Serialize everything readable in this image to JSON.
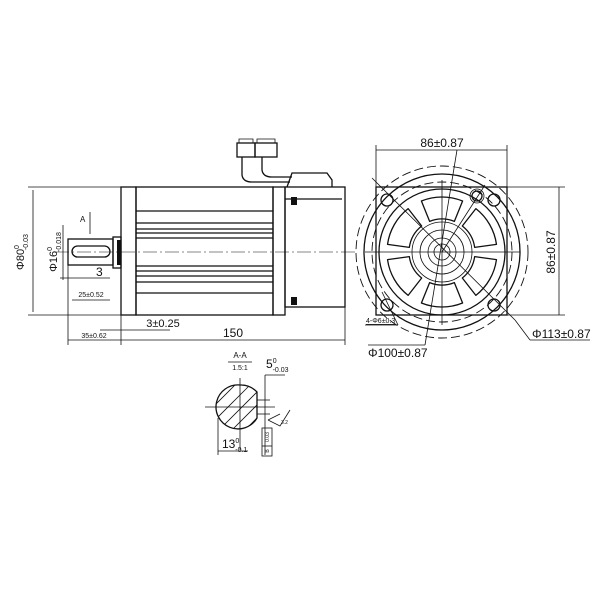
{
  "side_view": {
    "section_marker": "A",
    "body_diameter": {
      "nominal": "Φ80",
      "upper": "0",
      "lower": "-0.03"
    },
    "shaft_diameter": {
      "nominal": "Φ16",
      "upper": "0",
      "lower": "-0.018"
    },
    "key_offset": "3",
    "keyway_length": "25±0.52",
    "shaft_length": "35±0.62",
    "flange_thickness": "3±0.25",
    "body_length": "150"
  },
  "section_view": {
    "title": "A-A",
    "scale": "1.5:1",
    "key_width": {
      "nominal": "5",
      "upper": "0",
      "lower": "-0.03"
    },
    "key_depth": {
      "nominal": "13",
      "upper": "0",
      "lower": "-0.1"
    },
    "roughness": "3.2",
    "tolerance_frame": [
      "0.03",
      "B"
    ]
  },
  "front_view": {
    "width": "86±0.87",
    "height": "86±0.87",
    "holes": "4-Φ6±0.3",
    "pilot_diameter": "Φ100±0.87",
    "bolt_circle": "Φ113±0.87"
  }
}
